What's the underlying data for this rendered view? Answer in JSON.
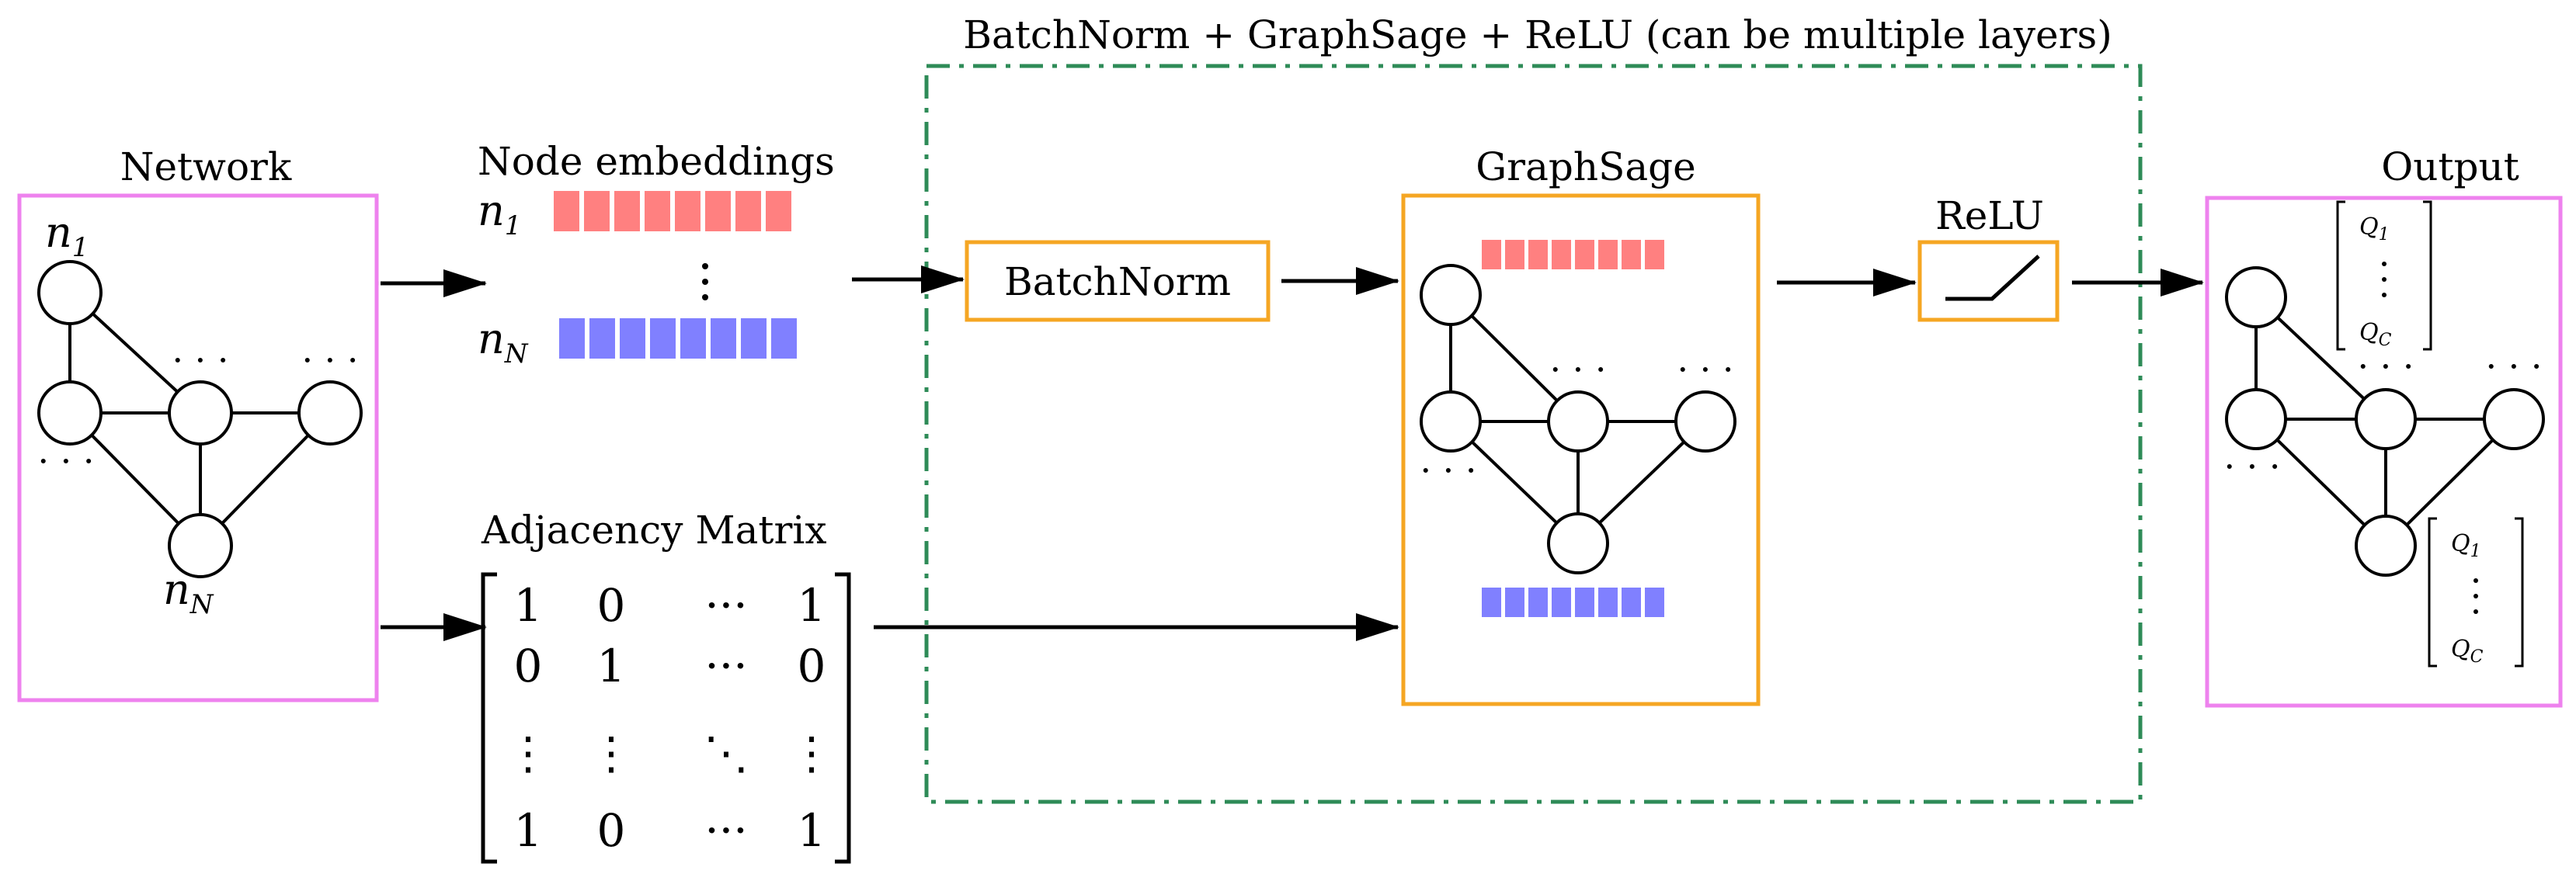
{
  "title": "BatchNorm + GraphSage + ReLU (can be multiple layers)",
  "labels": {
    "network": "Network",
    "node_embeddings": "Node embeddings",
    "adjacency_matrix": "Adjacency Matrix",
    "batchnorm": "BatchNorm",
    "graphsage": "GraphSage",
    "relu": "ReLU",
    "output": "Output"
  },
  "math": {
    "n": "n",
    "first_sub": "1",
    "last_sub": "N",
    "ellipsis_h": "· · ·",
    "q": "Q",
    "q_first_sub": "1",
    "q_last_sub": "C"
  },
  "adjacency": {
    "rows": [
      [
        "1",
        "0",
        "···",
        "1"
      ],
      [
        "0",
        "1",
        "···",
        "0"
      ],
      [
        "⋮",
        "⋮",
        "⋱",
        "⋮"
      ],
      [
        "1",
        "0",
        "···",
        "1"
      ]
    ]
  },
  "colors": {
    "network_box": "#ee82ee",
    "container_box": "#2e8b57",
    "component_box": "#f5a623",
    "embedding_first": "#ff8080",
    "embedding_last": "#8080ff"
  }
}
